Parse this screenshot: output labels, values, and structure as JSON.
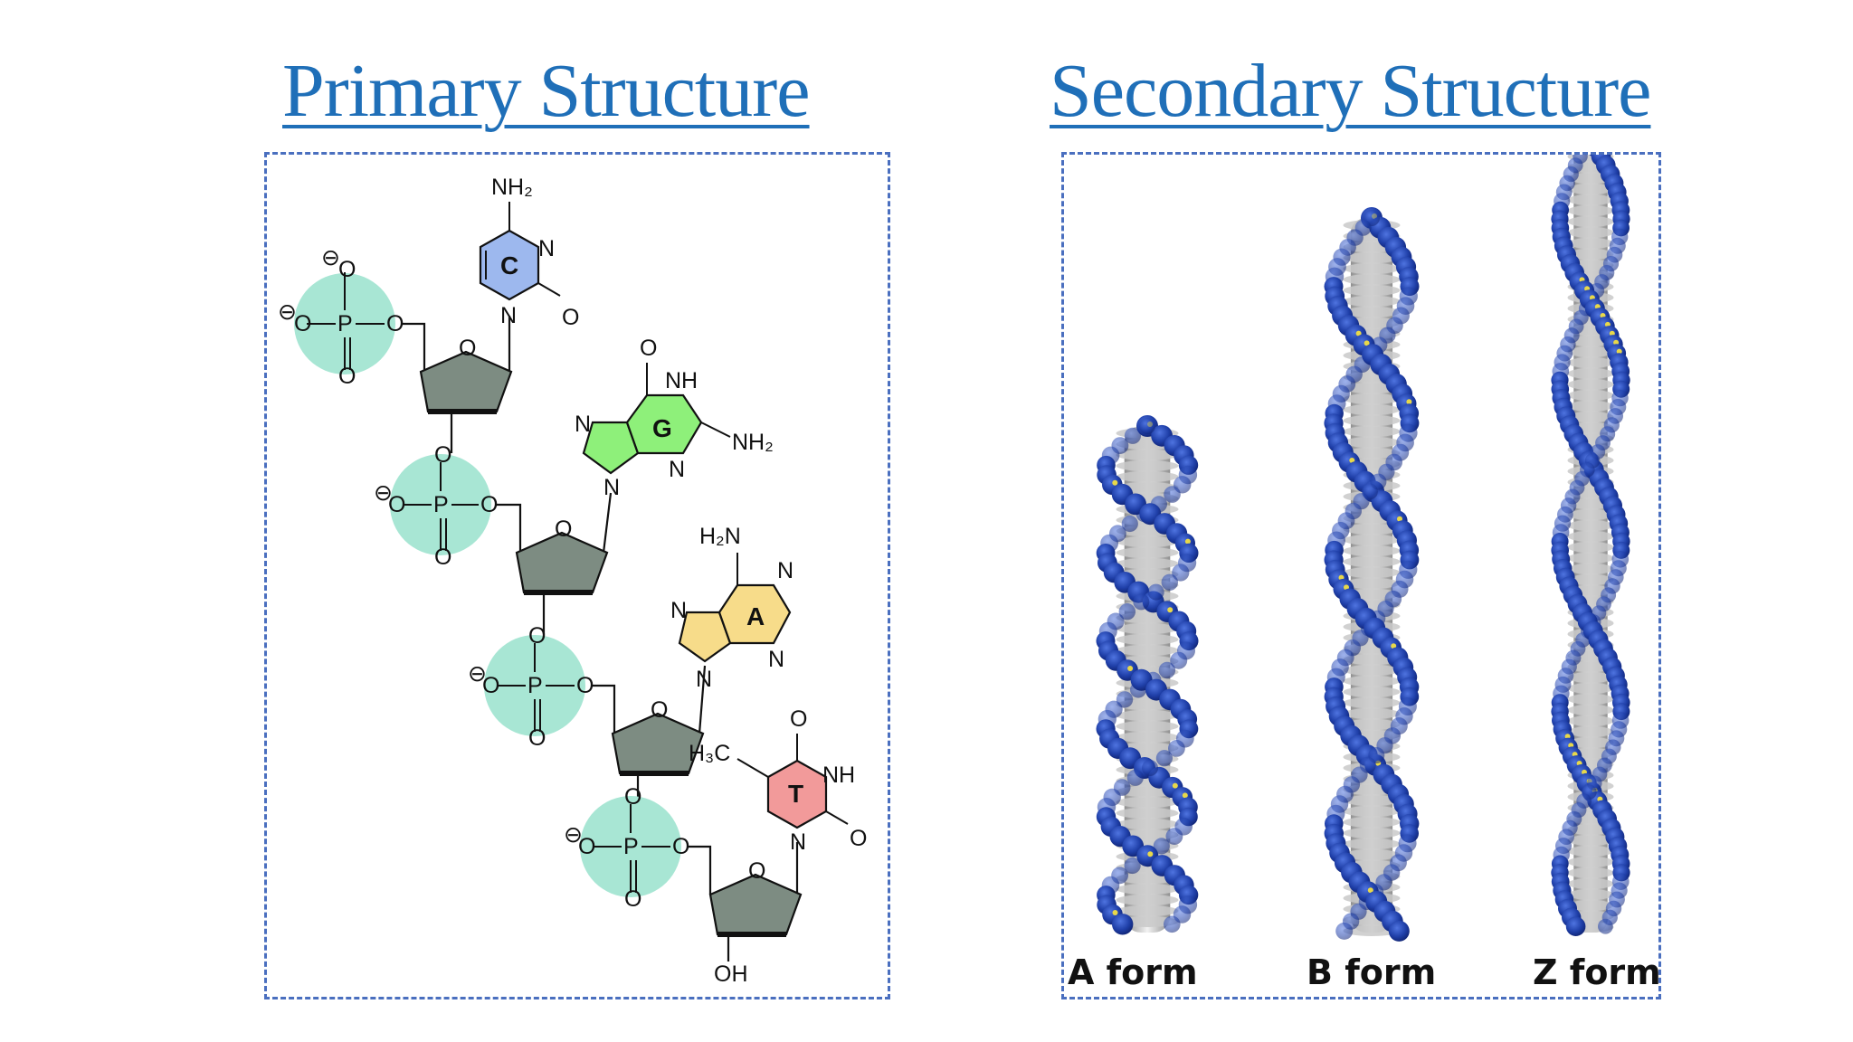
{
  "headings": {
    "primary": "Primary Structure",
    "secondary": "Secondary Structure"
  },
  "primary": {
    "bases": [
      {
        "letter": "C",
        "color": "#9db8ee"
      },
      {
        "letter": "G",
        "color": "#8ef07a"
      },
      {
        "letter": "A",
        "color": "#f7dc8a"
      },
      {
        "letter": "T",
        "color": "#f29a9a"
      }
    ],
    "phosphate_color": "#a8e6d4",
    "sugar_color": "#7d8c82",
    "atoms": {
      "nh2_c": "NH₂",
      "n": "N",
      "o": "O",
      "nh": "NH",
      "nh2_g": "NH₂",
      "h2n_a": "H₂N",
      "h3c": "H₃C",
      "p": "P",
      "oh": "OH",
      "minus": "⊖"
    }
  },
  "secondary": {
    "forms": [
      {
        "label": "A form"
      },
      {
        "label": "B form"
      },
      {
        "label": "Z form"
      }
    ],
    "colors": {
      "backbone": "#1f3fa8",
      "bases": "#c9c9c9",
      "accent": "#e8d84a"
    }
  }
}
